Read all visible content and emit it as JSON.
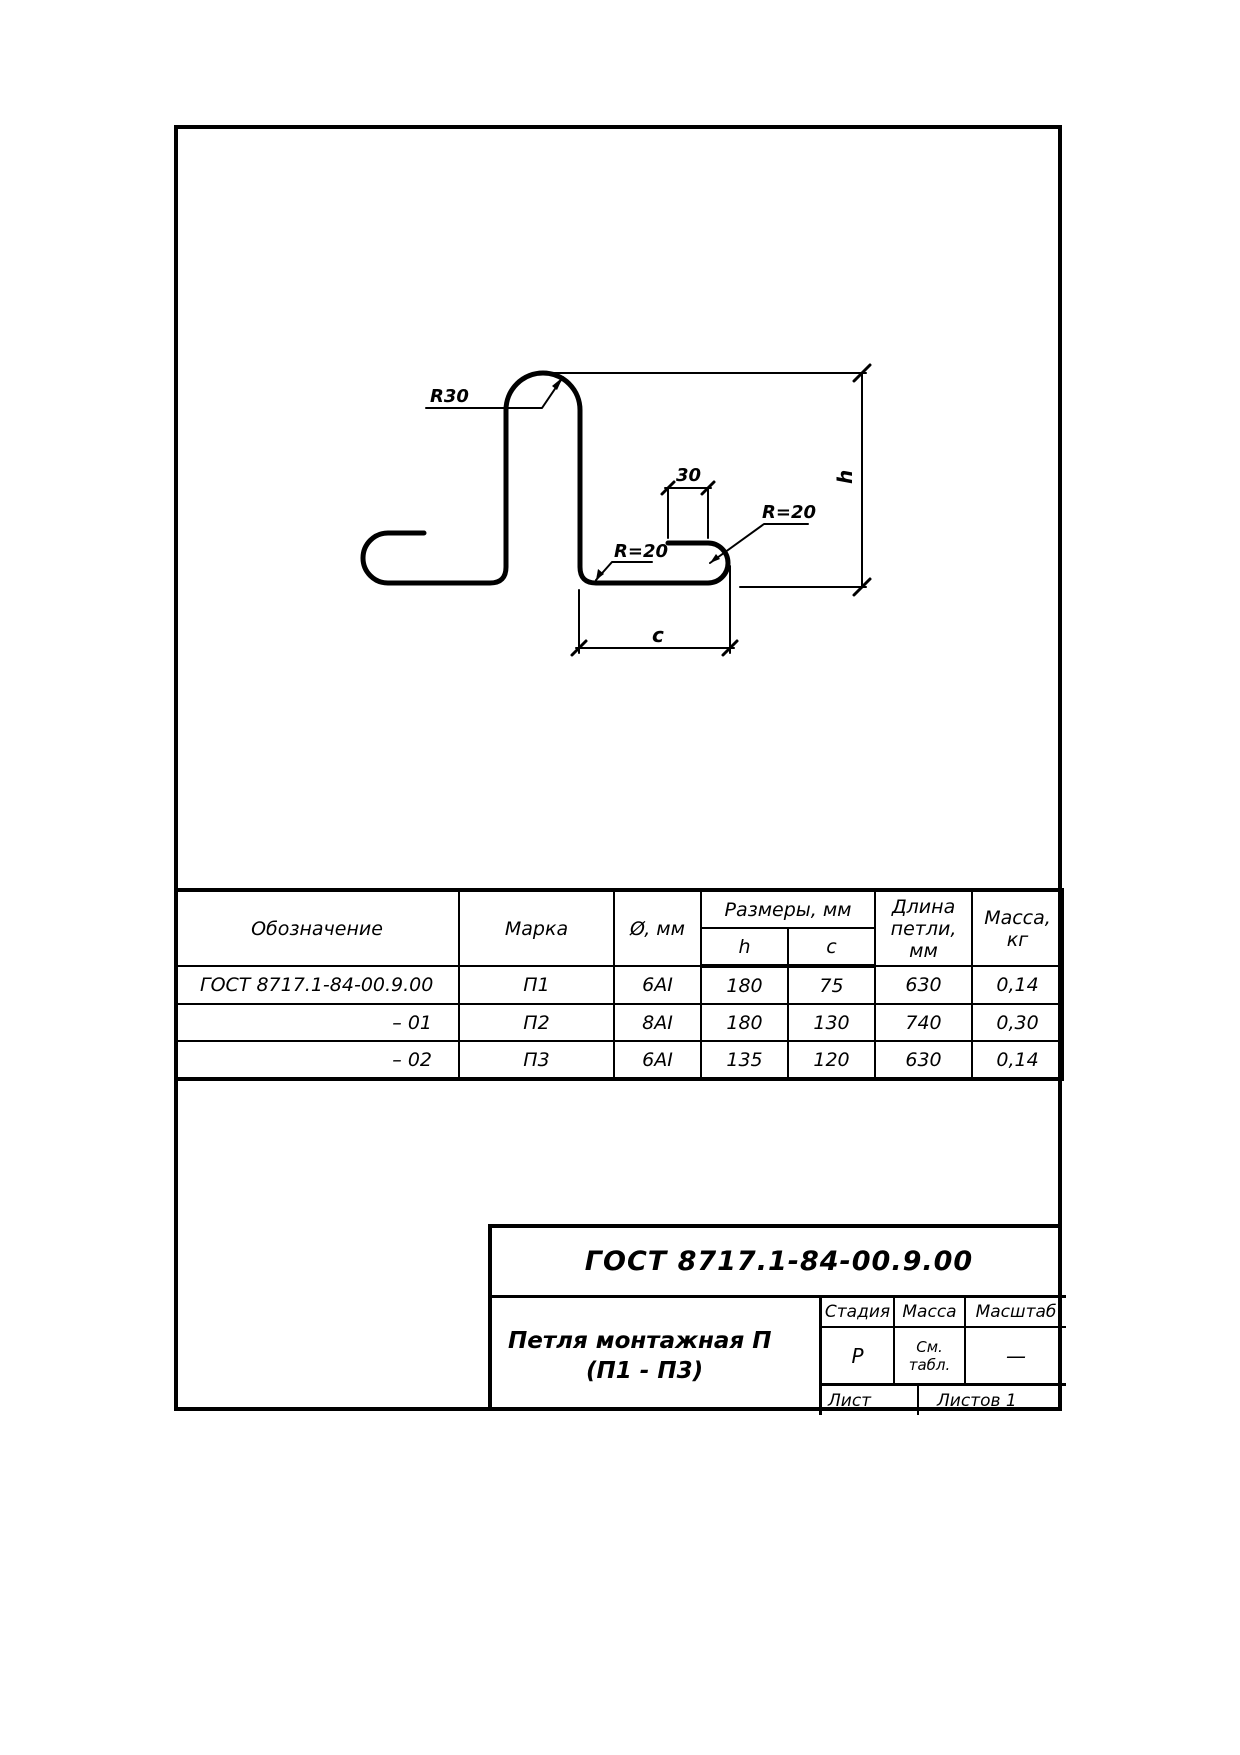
{
  "drawing": {
    "labels": {
      "r30": "R30",
      "r20_left": "R=20",
      "r20_right": "R=20",
      "dim_30": "30",
      "dim_h": "h",
      "dim_c": "c"
    }
  },
  "spec_table": {
    "headers": {
      "designation": "Обозначение",
      "mark": "Марка",
      "diameter": "Ø, мм",
      "dimensions": "Размеры, мм",
      "h": "h",
      "c": "c",
      "loop_length": "Длина петли, мм",
      "mass": "Масса, кг"
    },
    "rows": [
      {
        "designation": "ГОСТ 8717.1-84-00.9.00",
        "mark": "П1",
        "diameter": "6AI",
        "h": "180",
        "c": "75",
        "length": "630",
        "mass": "0,14"
      },
      {
        "designation": "– 01",
        "mark": "П2",
        "diameter": "8AI",
        "h": "180",
        "c": "130",
        "length": "740",
        "mass": "0,30"
      },
      {
        "designation": "– 02",
        "mark": "П3",
        "diameter": "6AI",
        "h": "135",
        "c": "120",
        "length": "630",
        "mass": "0,14"
      }
    ]
  },
  "title_block": {
    "code": "ГОСТ 8717.1-84-00.9.00",
    "name_line1": "Петля  монтажная П",
    "name_line2": "(П1 - П3)",
    "stage_label": "Стадия",
    "mass_label": "Масса",
    "scale_label": "Масштаб",
    "stage_value": "Р",
    "mass_value_line1": "См.",
    "mass_value_line2": "табл.",
    "scale_value": "—",
    "sheet_label": "Лист",
    "sheets_label": "Листов 1"
  }
}
